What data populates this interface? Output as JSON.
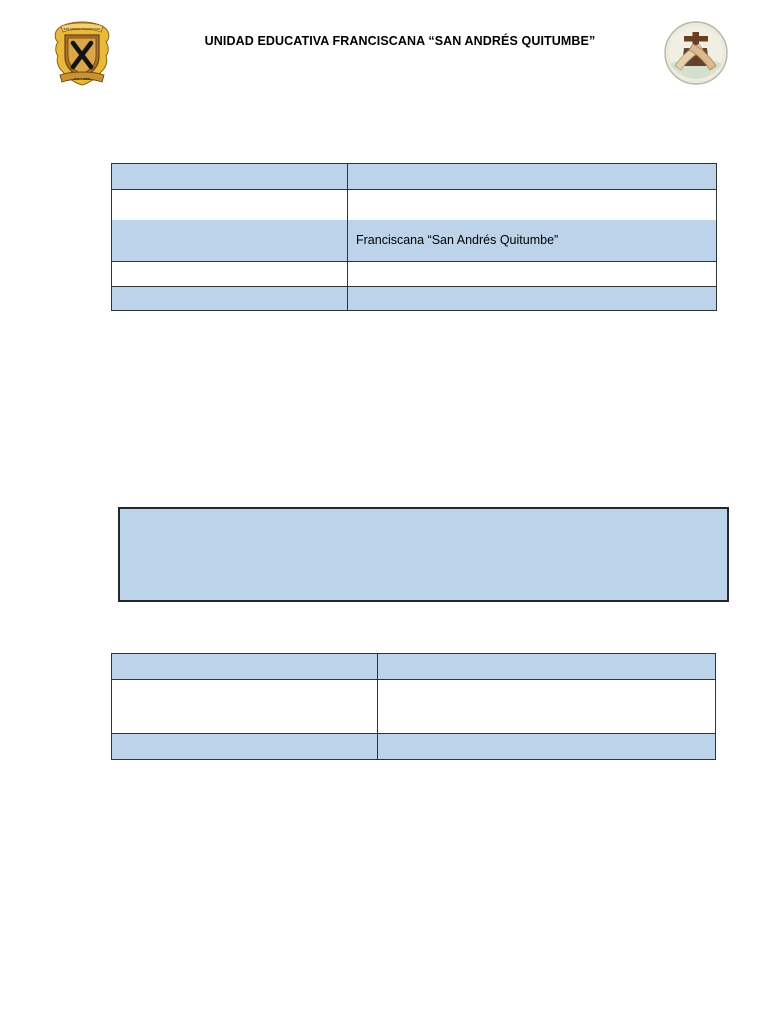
{
  "header": {
    "title": "UNIDAD EDUCATIVA FRANCISCANA “SAN ANDRÉS QUITUMBE”",
    "logo_left_name": "school-shield-logo",
    "logo_right_name": "franciscan-emblem-logo"
  },
  "colors": {
    "cell_fill_blue": "#bdd3e9",
    "cell_fill_white": "#ffffff",
    "border": "#2f3436",
    "box_border": "#24282a",
    "text": "#000000",
    "page_background": "#ffffff"
  },
  "table_identificacion": {
    "rows": [
      {
        "fill": [
          "blue",
          "blue"
        ],
        "cells": [
          "",
          ""
        ]
      },
      {
        "fill": [
          "white",
          "white"
        ],
        "cells": [
          "",
          ""
        ]
      },
      {
        "fill": [
          "blue",
          "blue"
        ],
        "cells": [
          "",
          "Franciscana “San Andrés Quitumbe”"
        ]
      },
      {
        "fill": [
          "white",
          "white"
        ],
        "cells": [
          "",
          ""
        ]
      },
      {
        "fill": [
          "blue",
          "blue"
        ],
        "cells": [
          "",
          ""
        ]
      }
    ]
  },
  "box_objetivo": {
    "text": ""
  },
  "table_recursos": {
    "rows": [
      {
        "fill": [
          "blue",
          "blue"
        ],
        "cells": [
          "",
          ""
        ]
      },
      {
        "fill": [
          "white",
          "white"
        ],
        "cells": [
          "",
          ""
        ]
      },
      {
        "fill": [
          "blue",
          "blue"
        ],
        "cells": [
          "",
          ""
        ]
      }
    ]
  }
}
